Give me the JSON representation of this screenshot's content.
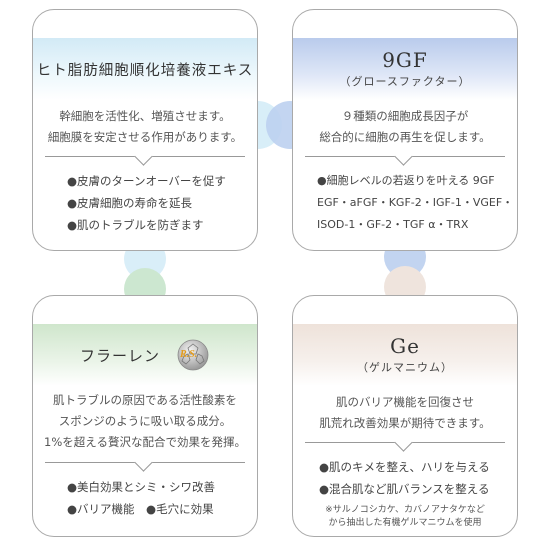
{
  "colors": {
    "blue_light": "#cfe7f4",
    "blue_periwinkle": "#b6c8ea",
    "green_light": "#cfe6cc",
    "beige_light": "#efe4dd",
    "circle_cyan": "#d4ecf7",
    "circle_periwinkle": "#bcd0ef",
    "circle_green": "#cce7d0",
    "circle_blue": "#c2d4f0"
  },
  "cards": [
    {
      "title": "ヒト脂肪細胞順化培養液エキス",
      "subtitle": "",
      "desc": [
        "幹細胞を活性化、増殖させます。",
        "細胞膜を安定させる作用があります。"
      ],
      "bullets": [
        "●皮膚のターンオーバーを促す",
        "●皮膚細胞の寿命を延長",
        "●肌のトラブルを防ぎます"
      ]
    },
    {
      "title": "9GF",
      "subtitle": "（グロースファクター）",
      "desc": [
        "９種類の細胞成長因子が",
        "総合的に細胞の再生を促します。"
      ],
      "bullets": [
        "●細胞レベルの若返りを叶える 9GF",
        "EGF・aFGF・KGF-2・IGF-1・VGEF・",
        "ISOD-1・GF-2・TGF α・TRX"
      ]
    },
    {
      "title": "フラーレン",
      "subtitle": "",
      "logo_text": "R.S.",
      "desc": [
        "肌トラブルの原因である活性酸素を",
        "スポンジのように吸い取る成分。",
        "1%を超える贅沢な配合で効果を発揮。"
      ],
      "bullets": [
        "●美白効果とシミ・シワ改善",
        "●バリア機能　●毛穴に効果"
      ]
    },
    {
      "title": "Ge",
      "subtitle": "（ゲルマニウム）",
      "desc": [
        "肌のバリア機能を回復させ",
        "肌荒れ改善効果が期待できます。"
      ],
      "bullets": [
        "●肌のキメを整え、ハリを与える",
        "●混合肌など肌バランスを整える"
      ],
      "note": [
        "※サルノコシカケ、カバノアナタケなど",
        "から抽出した有機ゲルマニウムを使用"
      ]
    }
  ]
}
